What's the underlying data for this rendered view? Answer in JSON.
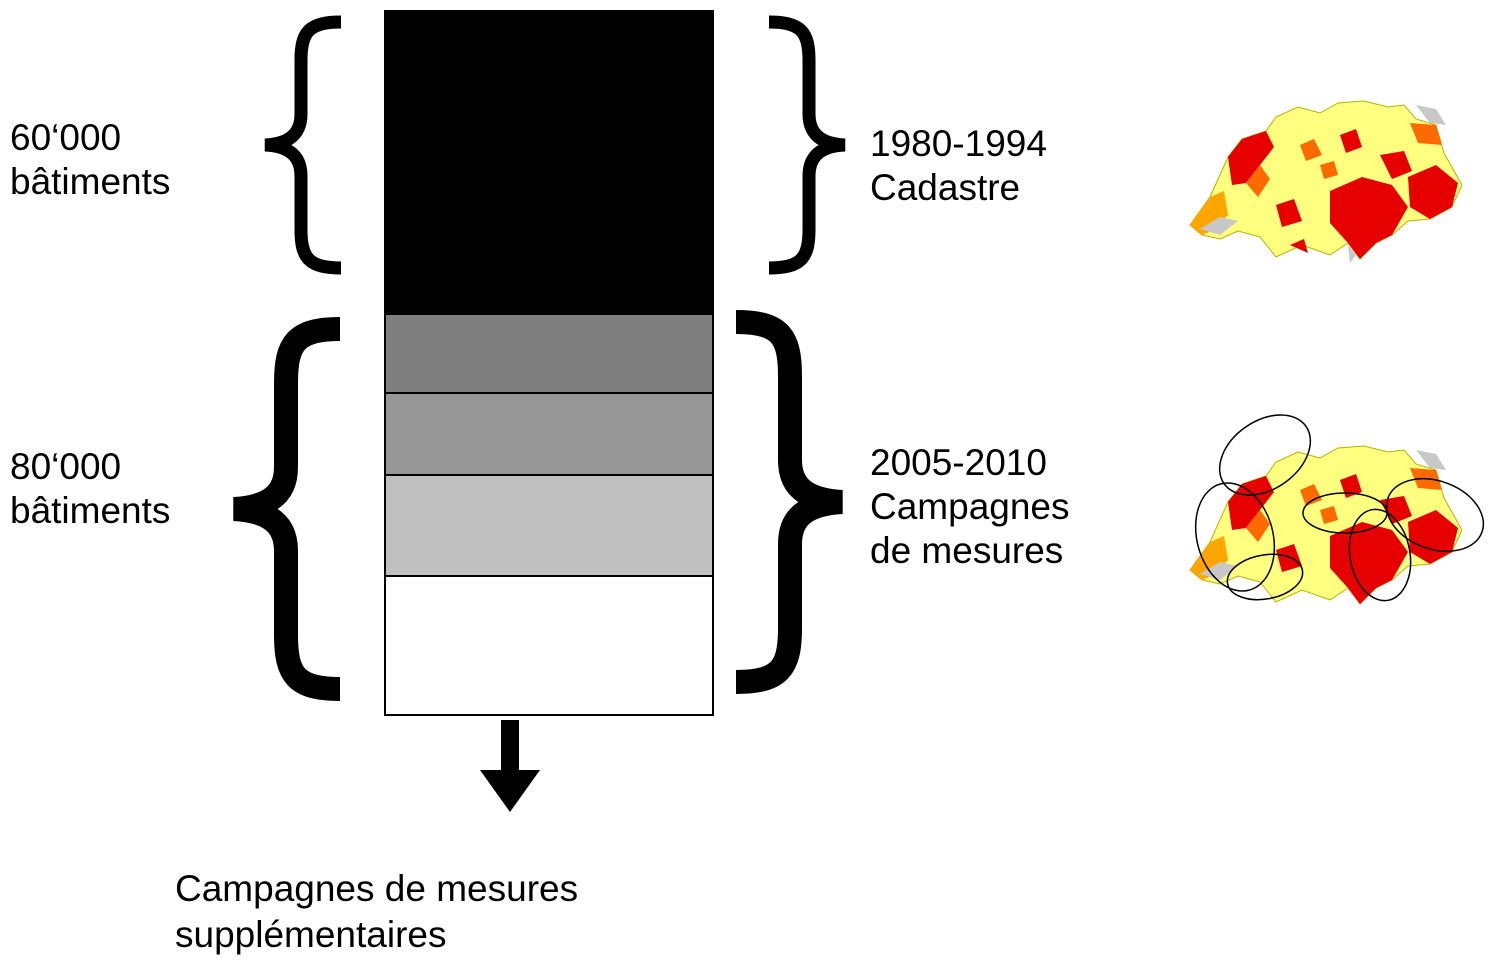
{
  "top_group": {
    "count_lines": [
      "60‘000",
      "bâtiments"
    ],
    "period_lines": [
      "1980-1994",
      "Cadastre"
    ]
  },
  "bottom_group": {
    "count_lines": [
      "80‘000",
      "bâtiments"
    ],
    "period_lines": [
      "2005-2010",
      "Campagnes",
      "de mesures"
    ]
  },
  "footer_lines": [
    "Campagnes de mesures",
    "supplémentaires"
  ],
  "stack_segments": [
    {
      "name": "cadastre-block",
      "color": "#000000"
    },
    {
      "name": "campaign-block-1",
      "color": "#7f7f7f"
    },
    {
      "name": "campaign-block-2",
      "color": "#969696"
    },
    {
      "name": "campaign-block-3",
      "color": "#c0c0c0"
    },
    {
      "name": "campaign-block-4",
      "color": "#ffffff"
    }
  ],
  "map_colors": {
    "lake": "#c8c8c8",
    "low": "#ffff80",
    "medium": "#ffa500",
    "high": "#ff6a00",
    "very_high": "#e60000"
  },
  "icons": [
    "switzerland-radon-map-icon",
    "switzerland-radon-map-with-campaign-circles-icon",
    "arrow-down-icon"
  ]
}
